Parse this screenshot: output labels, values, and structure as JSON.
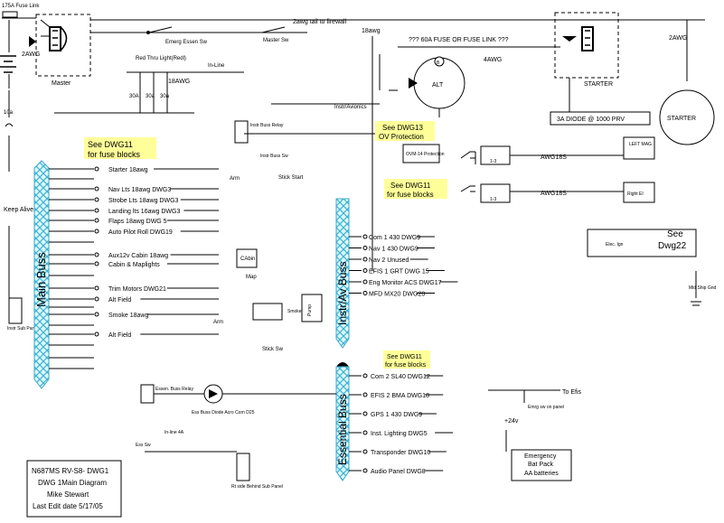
{
  "diagram": {
    "title_block": [
      "N687MS RV-S8- DWG1",
      "DWG 1Main Diagram",
      "Mike Stewart",
      "Last Edit date 5/17/05"
    ],
    "top": {
      "fuse_link": "175A Fuse Link",
      "awg2": "2AWG",
      "tail_wire": "2awg tail to firewall",
      "emerg_essen_sw": "Emerg Essen Sw",
      "master_sw": "Master Sw",
      "master": "Master",
      "awg18": "18awg",
      "fuse_question": "??? 60A FUSE OR FUSE LINK ???",
      "awg4": "4AWG",
      "awg2_right": "2AWG",
      "starter_sol": "STARTER",
      "starter_motor": "STARTER",
      "diode_box": "3A DIODE @ 1000 PRV",
      "alt": "ALT",
      "b": "B"
    },
    "fuses": {
      "red_thru": "Red Thru Light(Redl)",
      "inline": "In-Line",
      "a30_1": "30A",
      "a30_2": "30a",
      "a30_3": "30a",
      "awg18_b": "18AWG",
      "instr_avionics": "Instr/Avionics",
      "instr_buss_relay": "Instr Buss Relay",
      "instr_buss_sw": "Instr Buss Sw",
      "f10a": "10a",
      "keep_alive": "Keep Alive",
      "ovm": "OVM-14 Protection"
    },
    "notes": {
      "dwg11_a": [
        "See DWG11",
        "for fuse blocks"
      ],
      "dwg13": [
        "See DWG13",
        "OV Protection"
      ],
      "dwg11_b": [
        "See DWG11",
        "for fuse blocks"
      ],
      "dwg11_c": [
        "See DWG11",
        "for fuse blocks"
      ]
    },
    "main_buss": {
      "label": "Main Buss",
      "circuits": [
        "Starter 18awg",
        "Nav Lts 18awg DWG3",
        "Strobe Lts 18awg DWG3",
        "Landing lts 16awg DWG3",
        "Flaps 18awg DWG 5",
        "Auto Pilot Roll DWG19",
        "Aux12v Cabin 18awg",
        "Cabin & Maplights",
        "Trim Motors DWG21",
        "Alt Field",
        "Smoke 18awg",
        "Alt Field"
      ],
      "arm": "Arm",
      "stick_start": "Stick Start",
      "cabin": "CAbin",
      "map": "Map",
      "arm2": "Arm",
      "smoke_relay": "Smoke Relay",
      "pump": "Pump",
      "stick_sw": "Stick Sw"
    },
    "instr_buss": {
      "label": "Instr/Av Buss",
      "circuits": [
        "Com 1 430 DWG9",
        "Nav 1 430 DWG9",
        "Nav 2 Unused",
        "EFIS 1 GRT DWG 15",
        "Eng Monitor ACS DWG17",
        "MFD MX20 DWG20"
      ]
    },
    "ess_buss": {
      "label": "Essential Buss",
      "circuits": [
        "Com 2 SL40 DWG12",
        "EFIS 2 BMA DWG18",
        "GPS 1 430 DWG9",
        "Inst. Lighting DWG5",
        "Transponder DWG10",
        "Audio Panel DWG8"
      ]
    },
    "right": {
      "ign1": "1-3",
      "ign2": "1-3",
      "awg18s_1": "AWG18S",
      "awg18s_2": "AWG18S",
      "left_mag": "LEFT MAG",
      "right_ei": "Right EI",
      "see_dwg22": [
        "See",
        "Dwg22"
      ],
      "elec_ign": "Elec. Ign",
      "mid_ship_gnd": "Mid Ship Gnd",
      "to_efis": "To Efis",
      "emrg_sw": "Emrg sw on panel",
      "v24": "+24v",
      "emergency_pack": [
        "Emergency",
        "Bat Pack",
        "AA batteries"
      ]
    },
    "bottom": {
      "essen_buss_relay": "Essen. Buss Relay",
      "ess_diode": "Ess Buss Diode Acro Corn D25",
      "ess_sw": "Ess Sw",
      "inline_4a": "In-line 4A",
      "instr_sub_panel": "Instr Sub Panel",
      "rt_side_sub_panel": "Rt side Behind Sub Panel"
    }
  }
}
